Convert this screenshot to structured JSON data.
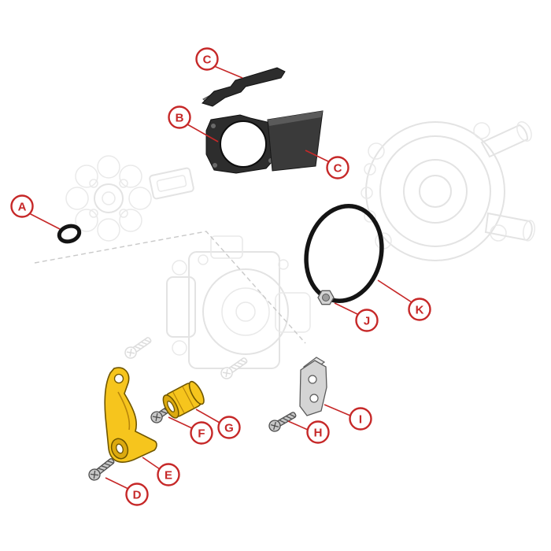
{
  "figure": {
    "kind": "exploded-parts-diagram",
    "background": "#ffffff",
    "callout_style": {
      "ring_color": "#c62828",
      "fill": "#ffffff",
      "text_color": "#c62828"
    },
    "palette": {
      "highlight_yellow": "#f6c51d",
      "dark_part": "#2d2d2d",
      "metal": "#d4d4d4",
      "rubber": "#141414",
      "ghost_outline": "#e3e3e3"
    },
    "callouts": [
      {
        "label": "A",
        "part": "small o-ring"
      },
      {
        "label": "B",
        "part": "cover with round opening"
      },
      {
        "label": "C",
        "part": "upper cover strip"
      },
      {
        "label": "C",
        "part": "side cover panel"
      },
      {
        "label": "D",
        "part": "screw"
      },
      {
        "label": "E",
        "part": "yellow lever"
      },
      {
        "label": "F",
        "part": "screw"
      },
      {
        "label": "G",
        "part": "yellow bushing"
      },
      {
        "label": "H",
        "part": "screw"
      },
      {
        "label": "I",
        "part": "metal bracket"
      },
      {
        "label": "J",
        "part": "hex nut"
      },
      {
        "label": "K",
        "part": "large o-ring"
      }
    ]
  }
}
